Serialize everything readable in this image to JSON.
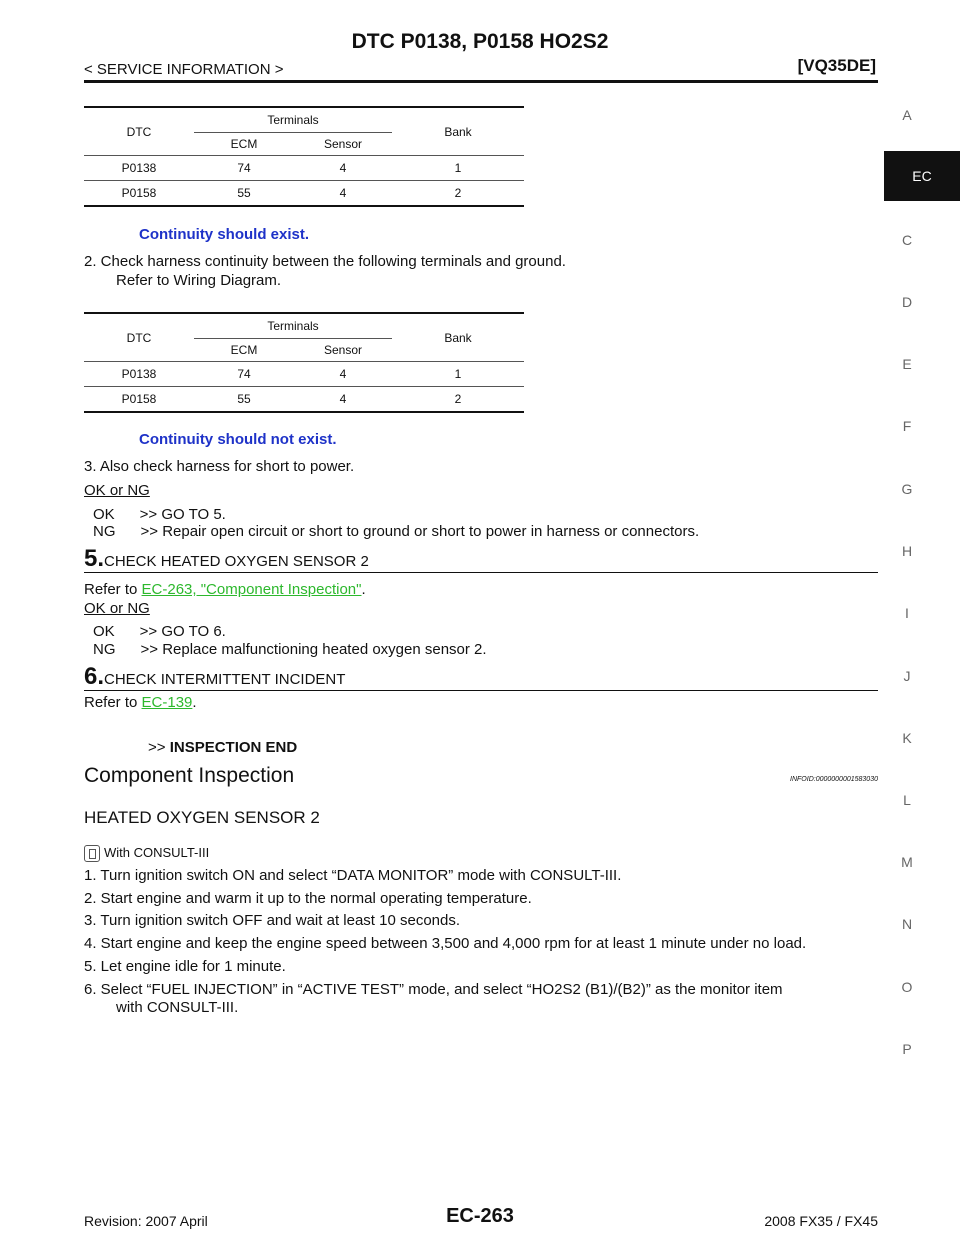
{
  "header": {
    "title": "DTC P0138, P0158 HO2S2",
    "section": "< SERVICE INFORMATION >",
    "engine": "[VQ35DE]"
  },
  "side_index": {
    "letters": [
      "A",
      "C",
      "D",
      "E",
      "F",
      "G",
      "H",
      "I",
      "J",
      "K",
      "L",
      "M",
      "N",
      "O",
      "P"
    ],
    "active": "EC"
  },
  "table1": {
    "headers": {
      "dtc": "DTC",
      "terminals": "Terminals",
      "ecm": "ECM",
      "sensor": "Sensor",
      "bank": "Bank"
    },
    "rows": [
      {
        "dtc": "P0138",
        "ecm": "74",
        "sensor": "4",
        "bank": "1"
      },
      {
        "dtc": "P0158",
        "ecm": "55",
        "sensor": "4",
        "bank": "2"
      }
    ],
    "note": "Continuity should exist."
  },
  "step2": {
    "text": "2. Check harness continuity between the following terminals and ground.",
    "subtext": "Refer to Wiring Diagram."
  },
  "table2": {
    "headers": {
      "dtc": "DTC",
      "terminals": "Terminals",
      "ecm": "ECM",
      "sensor": "Sensor",
      "bank": "Bank"
    },
    "rows": [
      {
        "dtc": "P0138",
        "ecm": "74",
        "sensor": "4",
        "bank": "1"
      },
      {
        "dtc": "P0158",
        "ecm": "55",
        "sensor": "4",
        "bank": "2"
      }
    ],
    "note": "Continuity should not exist."
  },
  "step3": {
    "text": "3. Also check harness for short to power."
  },
  "okng_label": "OK or NG",
  "result1": {
    "ok": "OK      >> GO TO 5.",
    "ng": "NG      >> Repair open circuit or short to ground or short to power in harness or connectors."
  },
  "step5": {
    "num": "5.",
    "title": "CHECK HEATED OXYGEN SENSOR 2",
    "refer_prefix": "Refer to ",
    "refer_link": "EC-263, \"Component Inspection\"",
    "refer_suffix": ".",
    "ok": "OK      >> GO TO 6.",
    "ng": "NG      >> Replace malfunctioning heated oxygen sensor 2."
  },
  "step6": {
    "num": "6.",
    "title": "CHECK INTERMITTENT INCIDENT",
    "refer_prefix": "Refer to ",
    "refer_link": "EC-139",
    "refer_suffix": ".",
    "end_prefix": ">>",
    "end_label": "INSPECTION END"
  },
  "component": {
    "title": "Component Inspection",
    "infoid": "INFOID:0000000001583030",
    "subtitle": "HEATED OXYGEN SENSOR 2",
    "consult_label": "With CONSULT-III",
    "steps": [
      "1. Turn ignition switch ON and select “DATA MONITOR” mode with CONSULT-III.",
      "2. Start engine and warm it up to the normal operating temperature.",
      "3. Turn ignition switch OFF and wait at least 10 seconds.",
      "4. Start engine and keep the engine speed between 3,500 and 4,000 rpm for at least 1 minute under no load.",
      "5. Let engine idle for 1 minute.",
      "6. Select “FUEL INJECTION” in “ACTIVE TEST” mode, and select “HO2S2 (B1)/(B2)” as the monitor item"
    ],
    "step6_cont": "with CONSULT-III."
  },
  "footer": {
    "revision": "Revision: 2007 April",
    "page": "EC-263",
    "model": "2008 FX35 / FX45"
  }
}
